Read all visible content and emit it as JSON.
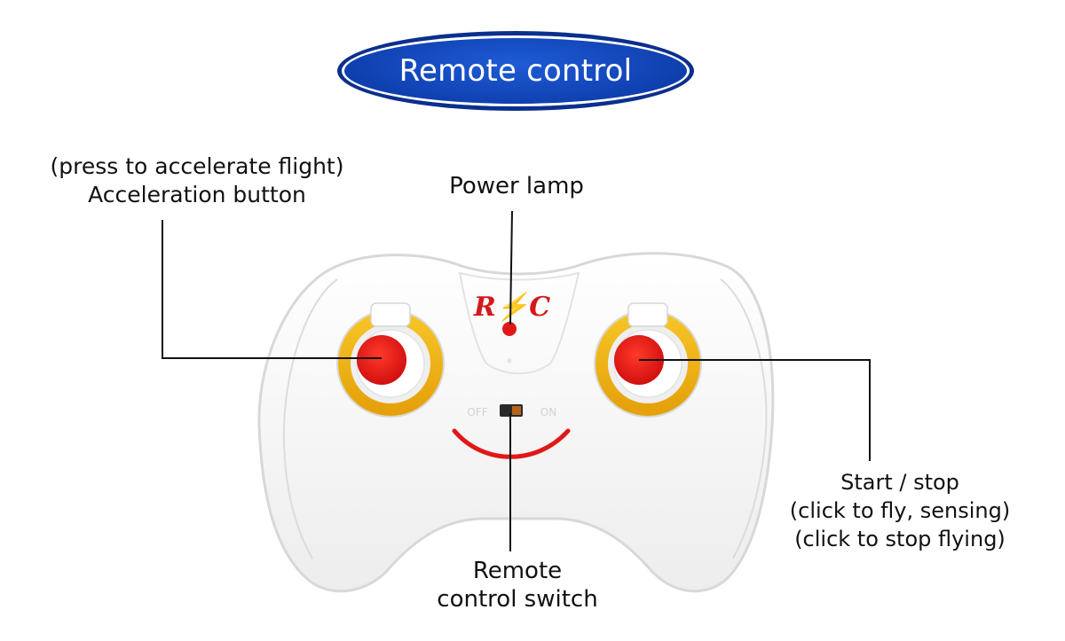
{
  "title": "Remote control",
  "labels": {
    "acceleration": {
      "line1": "(press to accelerate flight)",
      "line2": "Acceleration button"
    },
    "power_lamp": "Power lamp",
    "start_stop": {
      "line1": "Start / stop",
      "line2": "(click to fly, sensing)",
      "line3": "(click to stop flying)"
    },
    "switch": {
      "line1": "Remote",
      "line2": "control switch"
    }
  },
  "device": {
    "logo": "R⚡C",
    "switch_off": "OFF",
    "switch_on": "ON"
  },
  "colors": {
    "title_fill": "#1448c4",
    "button_red": "#e01818",
    "ring_yellow": "#f2b713",
    "body_white": "#f7f7f7",
    "logo_red": "#d31a1a"
  }
}
